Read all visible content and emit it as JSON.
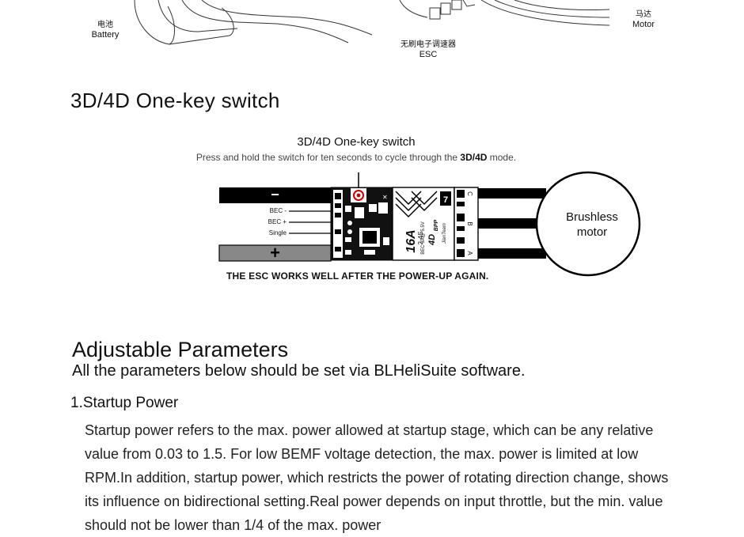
{
  "top_diagram": {
    "battery_cn": "电池",
    "battery_en": "Battery",
    "esc_cn": "无刷电子调速器",
    "esc_en": "ESC",
    "motor_cn": "马达",
    "motor_en": "Motor"
  },
  "section_title": "3D/4D One-key switch",
  "switch_diagram": {
    "title": "3D/4D One-key switch",
    "subtitle_pre": "Press and hold the switch for ten seconds to cycle through the ",
    "subtitle_bold": "3D/4D",
    "subtitle_post": " mode.",
    "minus": "−",
    "plus": "+",
    "wire_bec_minus": "BEC -",
    "wire_bec_plus": "BEC +",
    "wire_single": "Single",
    "motor_line1": "Brushless",
    "motor_line2": "motor",
    "board_model": "16A",
    "board_cells": "2-4S",
    "board_bec": "BEC 3A@ 5.5V",
    "board_4d": "4D",
    "board_bpp": "BPP",
    "board_brand": "JianTeam",
    "pad_c": "C",
    "pad_b": "B",
    "pad_a": "A",
    "note": "THE ESC WORKS WELL AFTER THE POWER-UP AGAIN."
  },
  "params": {
    "title": "Adjustable Parameters",
    "subtitle": "All the parameters below should be set via BLHeliSuite software.",
    "item1_title": "1.Startup Power",
    "item1_body": "Startup power refers to the max. power allowed at startup stage, which can be any relative value from 0.03 to 1.5. For low BEMF voltage detection, the max. power is limited at low RPM.In addition, startup power, which restricts the power of rotating direction change, shows its influence on bidirectional setting.Real power depends on input throttle, but the min. value should not be lower than 1/4 of the max. power"
  }
}
